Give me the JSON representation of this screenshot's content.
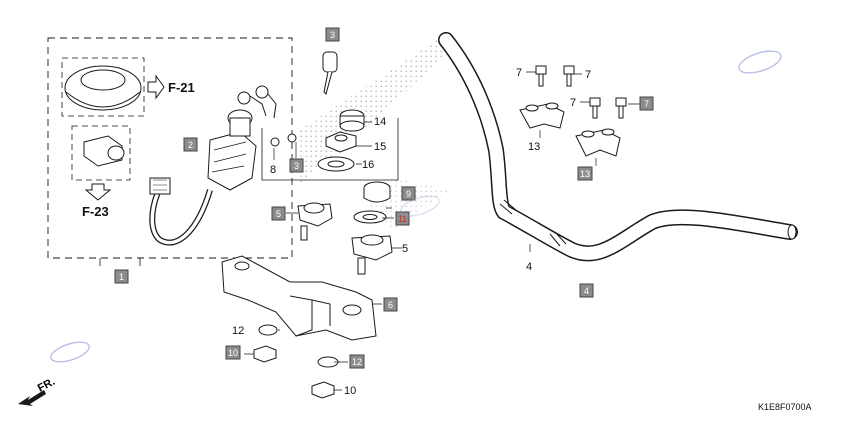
{
  "diagram": {
    "figure_code": "K1E8F0700A",
    "refs": {
      "f21": "F-21",
      "f23": "F-23"
    },
    "direction": "FR.",
    "callouts": {
      "c1": "1",
      "c2": "2",
      "c3": "3",
      "c3b": "3",
      "c4": "4",
      "c4b": "4",
      "c5a": "5",
      "c5b": "5",
      "c6": "6",
      "c7a": "7",
      "c7b": "7",
      "c7c": "7",
      "c7d": "7",
      "c8": "8",
      "c9": "9",
      "c10a": "10",
      "c10b": "10",
      "c11": "11",
      "c12a": "12",
      "c12b": "12",
      "c13a": "13",
      "c13b": "13",
      "c14": "14",
      "c15": "15",
      "c16": "16"
    },
    "colors": {
      "line": "#1a1a1a",
      "box_fill": "#8c8c8c",
      "box_text": "#ffffff",
      "box_red_text": "#c0392b",
      "stipple": "#9a9a9a",
      "watermark": "#9aa6d8"
    }
  }
}
